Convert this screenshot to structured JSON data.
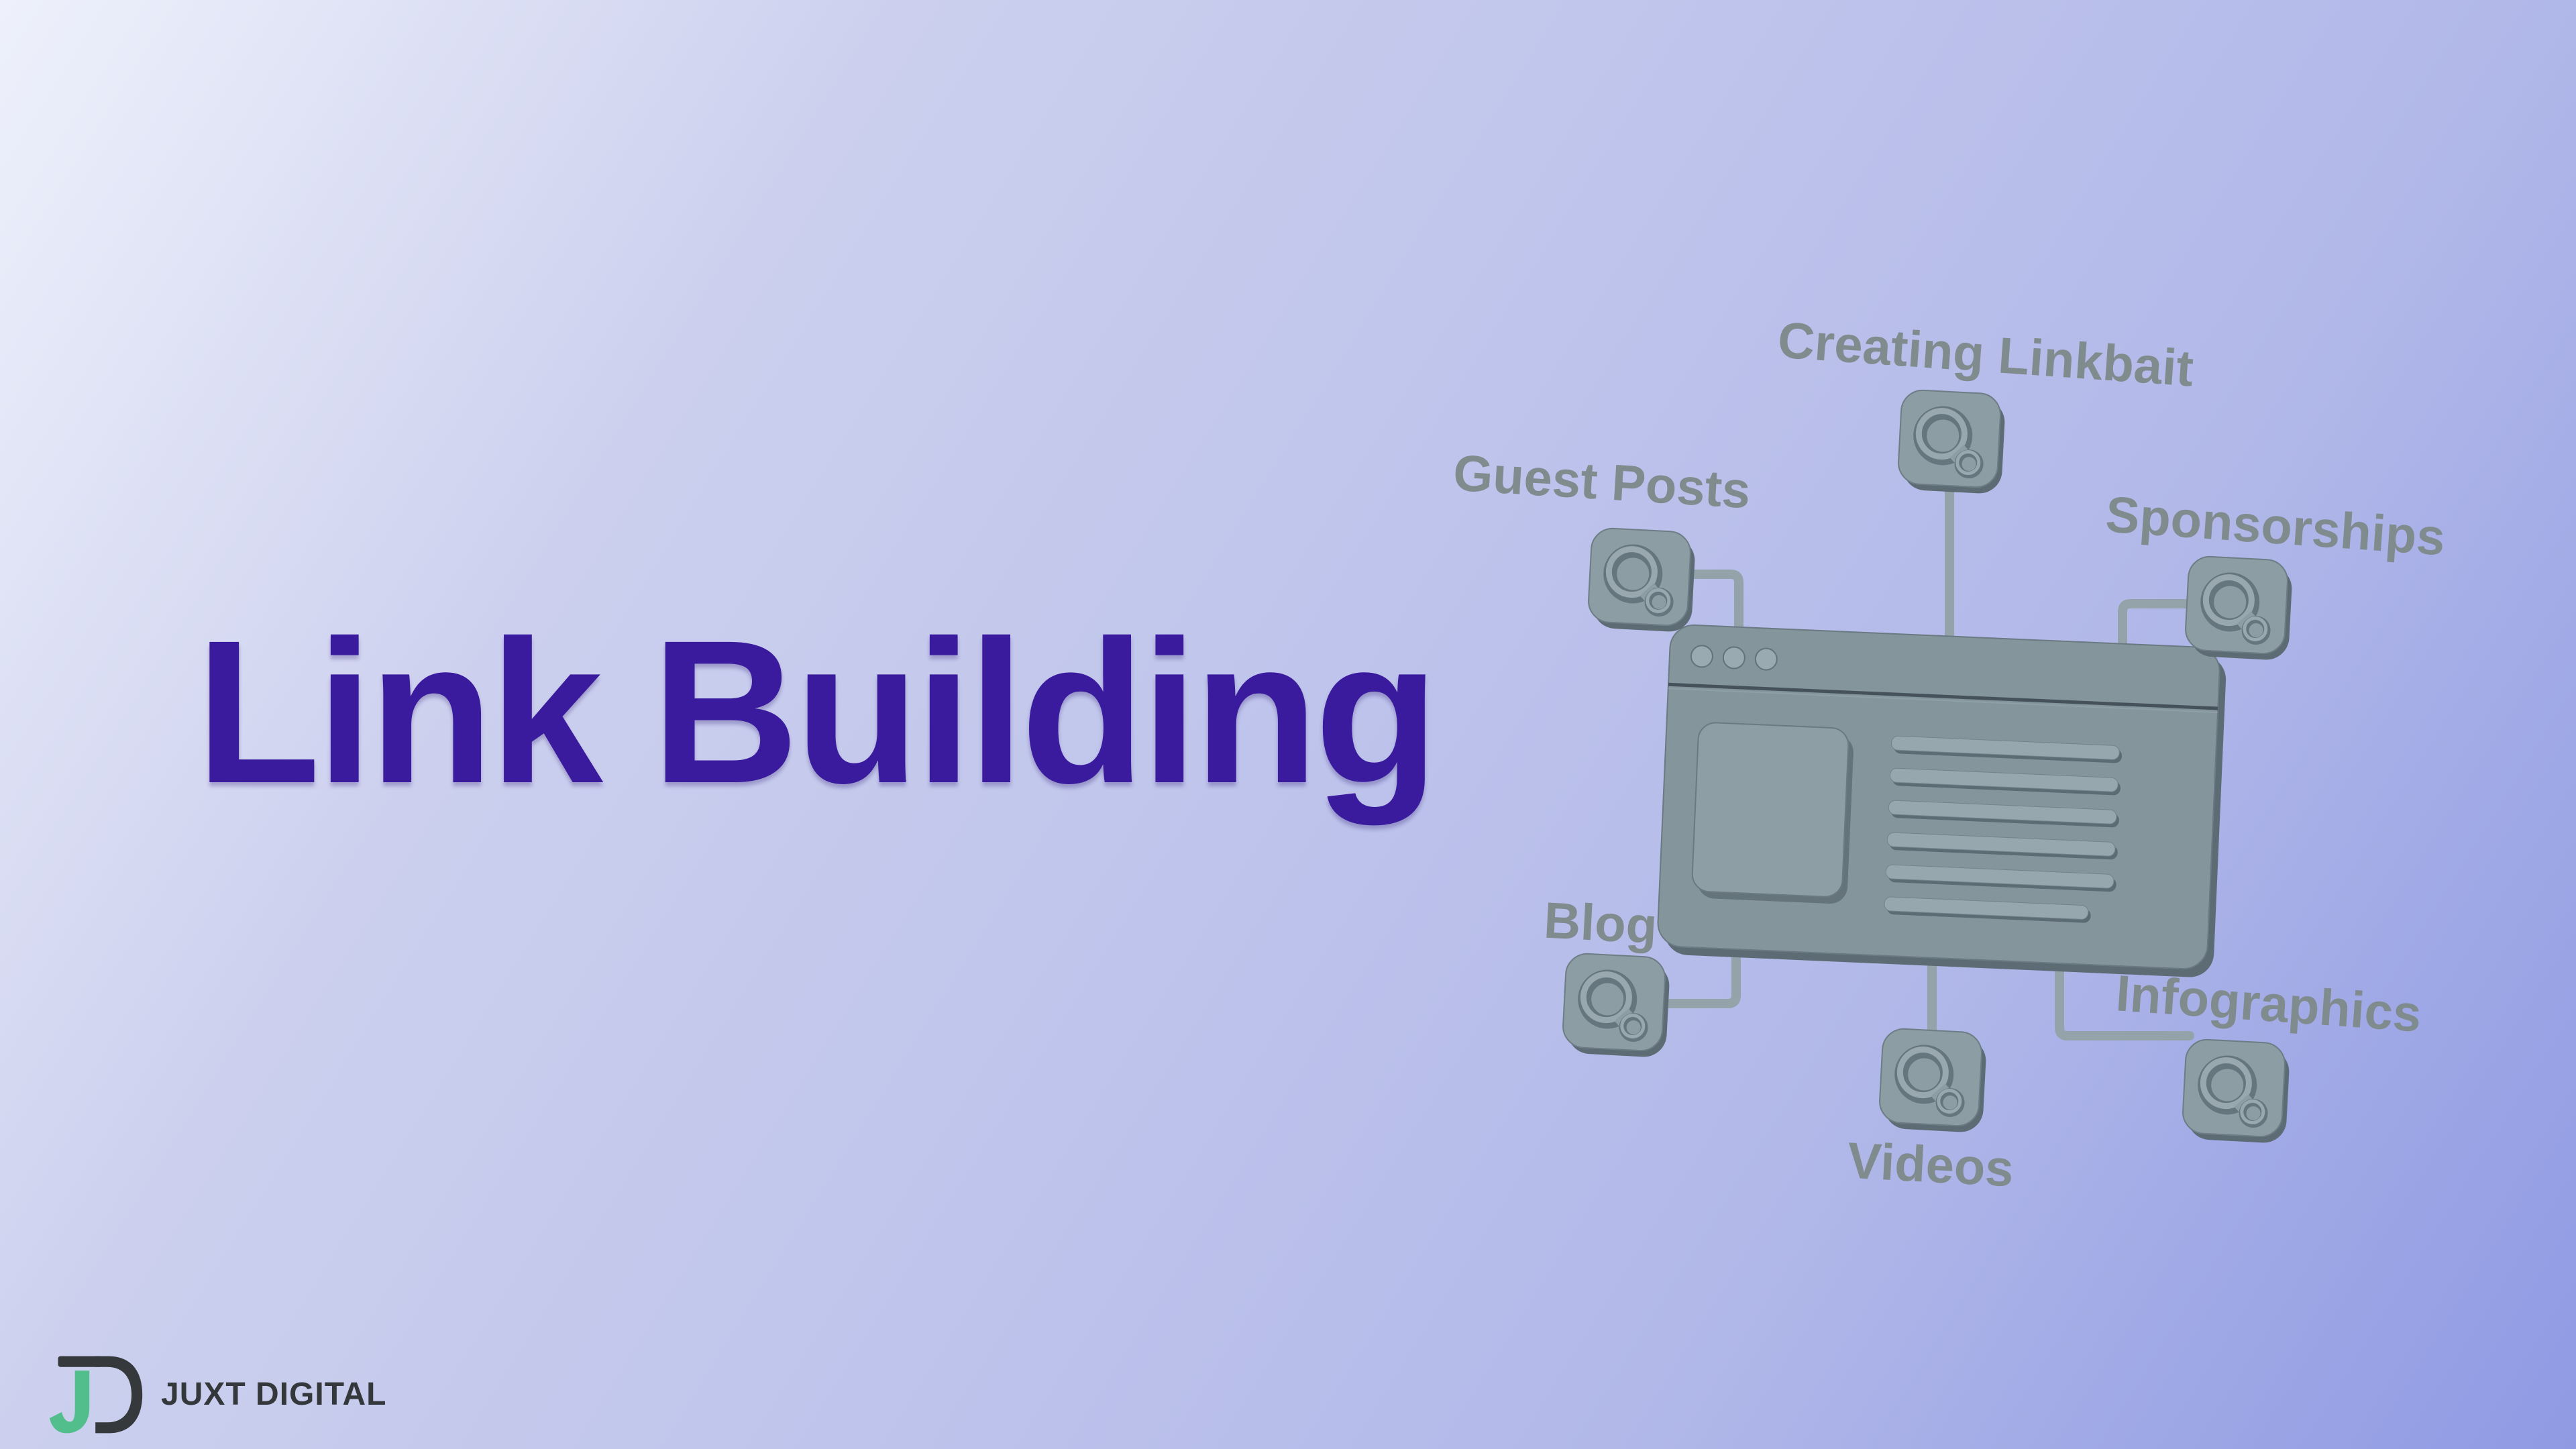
{
  "title": {
    "text": "Link Building",
    "color": "#3B1B9D"
  },
  "logo": {
    "monogram": "JD",
    "company": "JUXT DIGITAL",
    "color_dark": "#35393C",
    "color_green": "#52BE8C"
  },
  "background": {
    "gradient_from": "#EEF1FB",
    "gradient_to": "#8F9AE3"
  },
  "diagram": {
    "center_icon": "browser-window-3d-icon",
    "palette": {
      "surface": "#84959C",
      "surface_shadow": "#5D6C74",
      "surface_light": "#97A7AE",
      "connector": "#93A3A9",
      "label_text": "#808B8E"
    },
    "nodes": [
      {
        "id": "creating-linkbait",
        "label": "Creating Linkbait",
        "icon": "link-icon"
      },
      {
        "id": "guest-posts",
        "label": "Guest Posts",
        "icon": "link-icon"
      },
      {
        "id": "sponsorships",
        "label": "Sponsorships",
        "icon": "link-icon"
      },
      {
        "id": "blog",
        "label": "Blog",
        "icon": "link-icon"
      },
      {
        "id": "videos",
        "label": "Videos",
        "icon": "link-icon"
      },
      {
        "id": "infographics",
        "label": "Infographics",
        "icon": "link-icon"
      }
    ]
  }
}
